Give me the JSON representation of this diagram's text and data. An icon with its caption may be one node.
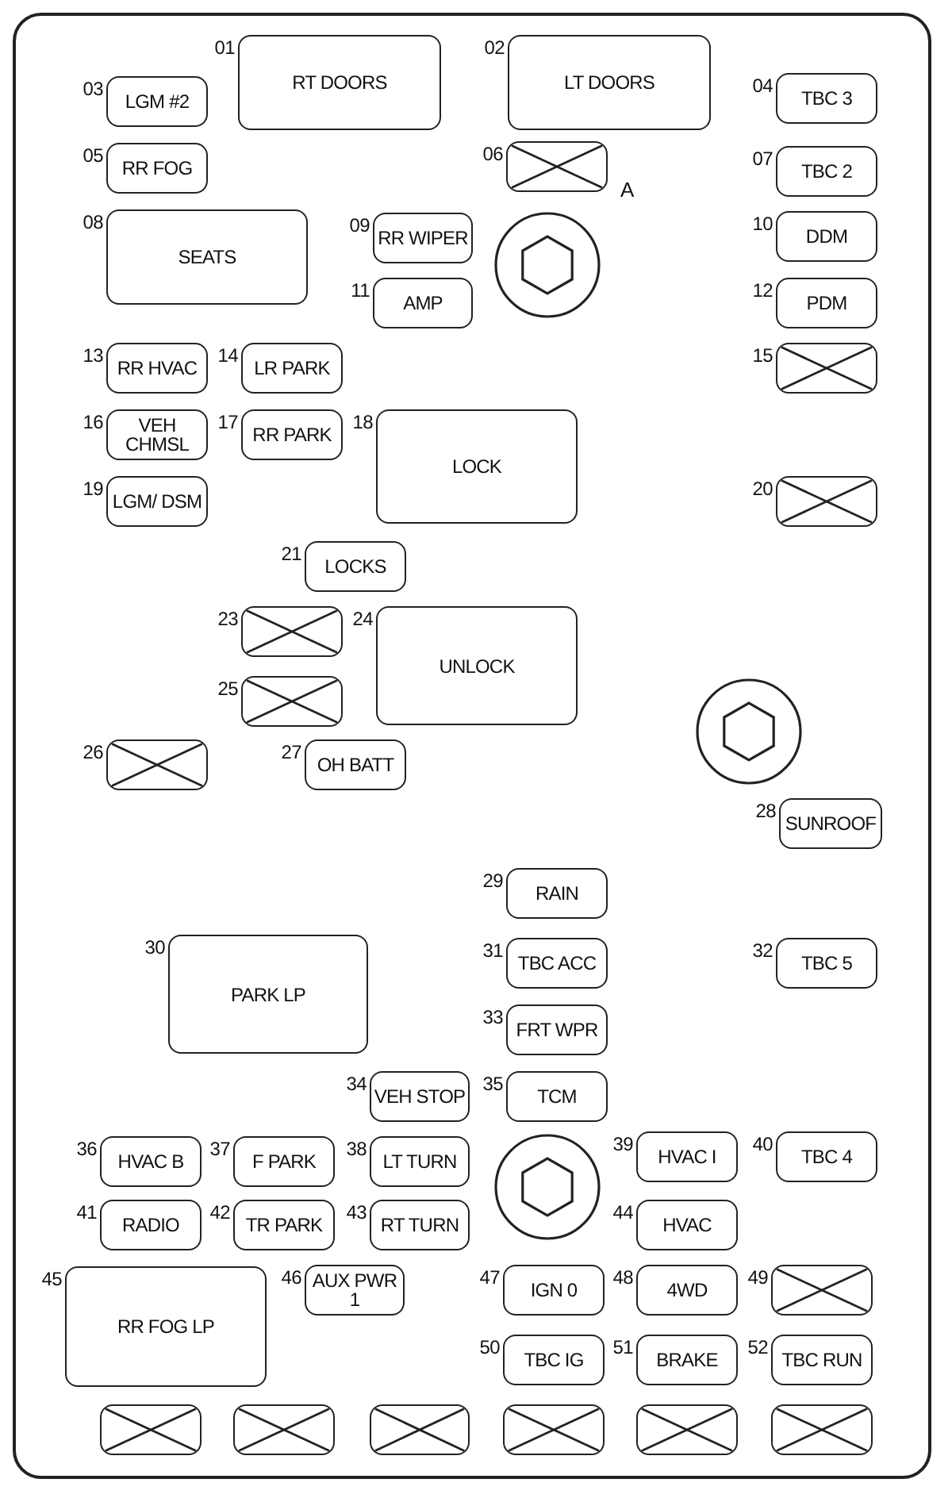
{
  "diagram": {
    "nodes": [
      {
        "text": [
          "RT DOORS"
        ],
        "beside": [
          "01"
        ]
      },
      {
        "text": [
          "LT DOORS"
        ],
        "beside": [
          "02"
        ]
      },
      {
        "text": [
          "LGM #2"
        ],
        "beside": [
          "03"
        ]
      },
      {
        "text": [
          "TBC 3"
        ],
        "beside": [
          "04"
        ]
      },
      {
        "text": [
          "RR FOG"
        ],
        "beside": [
          "05"
        ]
      },
      {
        "text": [],
        "shape": "box",
        "beside": [
          "06"
        ]
      },
      {
        "text": [
          "TBC 2"
        ],
        "beside": [
          "07"
        ]
      },
      {
        "text": [
          "SEATS"
        ],
        "beside": [
          "08"
        ]
      },
      {
        "text": [
          "RR WIPER"
        ],
        "beside": [
          "09"
        ]
      },
      {
        "text": [
          "DDM"
        ],
        "beside": [
          "10"
        ]
      },
      {
        "text": [
          "AMP"
        ],
        "beside": [
          "11"
        ]
      },
      {
        "text": [
          "PDM"
        ],
        "beside": [
          "12"
        ]
      },
      {
        "text": [
          "RR HVAC"
        ],
        "beside": [
          "13"
        ]
      },
      {
        "text": [
          "LR PARK"
        ],
        "beside": [
          "14"
        ]
      },
      {
        "text": [],
        "shape": "box",
        "beside": [
          "15"
        ]
      },
      {
        "text": [
          "VEH CHMSL"
        ],
        "beside": [
          "16"
        ]
      },
      {
        "text": [
          "RR PARK"
        ],
        "beside": [
          "17"
        ]
      },
      {
        "text": [
          "LOCK"
        ],
        "beside": [
          "18"
        ]
      },
      {
        "text": [
          "LGM/ DSM"
        ],
        "beside": [
          "19"
        ]
      },
      {
        "text": [],
        "shape": "box",
        "beside": [
          "20"
        ]
      },
      {
        "text": [
          "LOCKS"
        ],
        "beside": [
          "21"
        ]
      },
      {
        "text": [],
        "shape": "box",
        "beside": [
          "23"
        ]
      },
      {
        "text": [
          "UNLOCK"
        ],
        "beside": [
          "24"
        ]
      },
      {
        "text": [],
        "shape": "box",
        "beside": [
          "25"
        ]
      },
      {
        "text": [],
        "shape": "box",
        "beside": [
          "26"
        ]
      },
      {
        "text": [
          "OH BATT"
        ],
        "beside": [
          "27"
        ]
      },
      {
        "text": [
          "SUNROOF"
        ],
        "beside": [
          "28"
        ]
      },
      {
        "text": [
          "RAIN"
        ],
        "beside": [
          "29"
        ]
      },
      {
        "text": [
          "PARK LP"
        ],
        "beside": [
          "30"
        ]
      },
      {
        "text": [
          "TBC ACC"
        ],
        "beside": [
          "31"
        ]
      },
      {
        "text": [
          "TBC 5"
        ],
        "beside": [
          "32"
        ]
      },
      {
        "text": [
          "FRT WPR"
        ],
        "beside": [
          "33"
        ]
      },
      {
        "text": [
          "VEH STOP"
        ],
        "beside": [
          "34"
        ]
      },
      {
        "text": [
          "TCM"
        ],
        "beside": [
          "35"
        ]
      },
      {
        "text": [
          "HVAC B"
        ],
        "beside": [
          "36"
        ]
      },
      {
        "text": [
          "F PARK"
        ],
        "beside": [
          "37"
        ]
      },
      {
        "text": [
          "LT TURN"
        ],
        "beside": [
          "38"
        ]
      },
      {
        "text": [
          "HVAC I"
        ],
        "beside": [
          "39"
        ]
      },
      {
        "text": [
          "TBC 4"
        ],
        "beside": [
          "40"
        ]
      },
      {
        "text": [
          "RADIO"
        ],
        "beside": [
          "41"
        ]
      },
      {
        "text": [
          "TR PARK"
        ],
        "beside": [
          "42"
        ]
      },
      {
        "text": [
          "RT TURN"
        ],
        "beside": [
          "43"
        ]
      },
      {
        "text": [
          "HVAC"
        ],
        "beside": [
          "44"
        ]
      },
      {
        "text": [
          "RR FOG LP"
        ],
        "beside": [
          "45"
        ]
      },
      {
        "text": [
          "AUX PWR 1"
        ],
        "beside": [
          "46"
        ]
      },
      {
        "text": [
          "IGN 0"
        ],
        "beside": [
          "47"
        ]
      },
      {
        "text": [
          "4WD"
        ],
        "beside": [
          "48"
        ]
      },
      {
        "text": [],
        "shape": "box",
        "beside": [
          "49"
        ]
      },
      {
        "text": [
          "TBC IG"
        ],
        "beside": [
          "50"
        ]
      },
      {
        "text": [
          "BRAKE"
        ],
        "beside": [
          "51"
        ]
      },
      {
        "text": [
          "TBC RUN"
        ],
        "beside": [
          "52"
        ]
      },
      {
        "text": [],
        "shape": "box"
      },
      {
        "text": [],
        "shape": "box"
      },
      {
        "text": [],
        "shape": "box"
      },
      {
        "text": [],
        "shape": "box"
      },
      {
        "text": [],
        "shape": "box"
      },
      {
        "text": [],
        "shape": "box"
      }
    ],
    "labels": [
      "A"
    ]
  }
}
